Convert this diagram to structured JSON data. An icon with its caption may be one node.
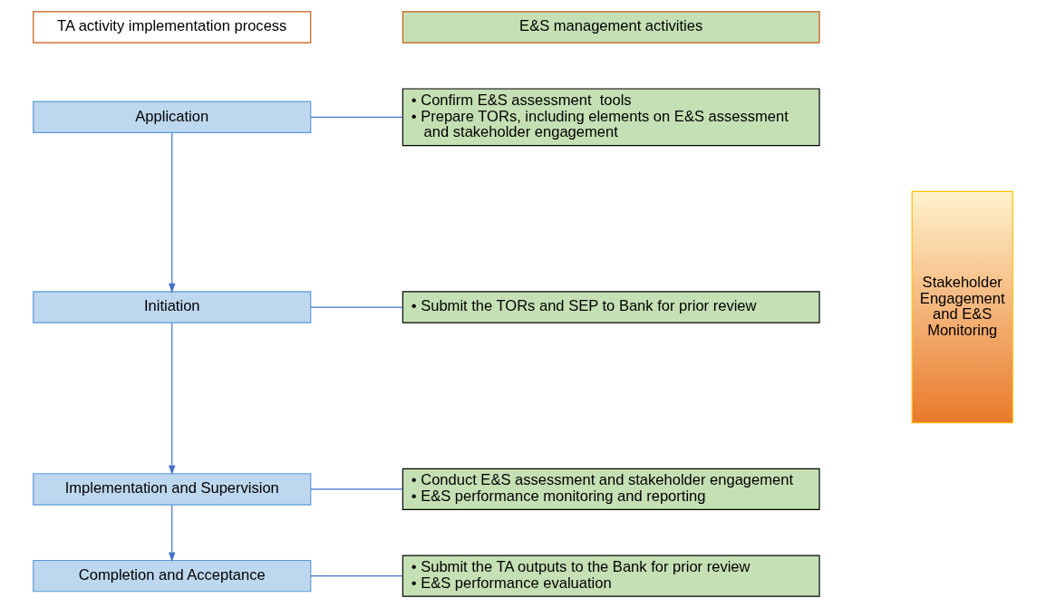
{
  "diagram": {
    "nodes": [
      {
        "text": [
          "TA activity implementation process"
        ]
      },
      {
        "text": [
          "E&S management activities"
        ]
      },
      {
        "text": [
          "Application"
        ]
      },
      {
        "text": [
          "• Confirm E&S assessment  tools",
          "• Prepare TORs, including elements on E&S assessment and stakeholder engagement"
        ]
      },
      {
        "text": [
          "Initiation"
        ]
      },
      {
        "text": [
          "• Submit the TORs and SEP to Bank for prior review"
        ]
      },
      {
        "text": [
          "Implementation and Supervision"
        ]
      },
      {
        "text": [
          "• Conduct E&S assessment and stakeholder engagement",
          "• E&S performance monitoring and reporting"
        ]
      },
      {
        "text": [
          "Completion and Acceptance"
        ]
      },
      {
        "text": [
          "• Submit the TA outputs to the Bank for prior review",
          "• E&S performance evaluation"
        ]
      },
      {
        "text": [
          "Stakeholder Engagement and E&S Monitoring"
        ]
      }
    ],
    "edges": [
      {
        "from": 2,
        "to": 3,
        "arrow": "none"
      },
      {
        "from": 2,
        "to": 4,
        "arrow": "to"
      },
      {
        "from": 4,
        "to": 5,
        "arrow": "none"
      },
      {
        "from": 4,
        "to": 6,
        "arrow": "to"
      },
      {
        "from": 6,
        "to": 7,
        "arrow": "none"
      },
      {
        "from": 6,
        "to": 8,
        "arrow": "to"
      },
      {
        "from": 8,
        "to": 9,
        "arrow": "none"
      }
    ]
  }
}
